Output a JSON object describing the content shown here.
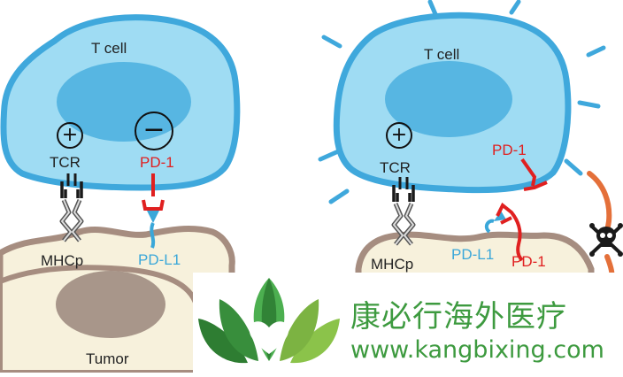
{
  "left_panel": {
    "cell_label": "T cell",
    "plus_sign": "+",
    "minus_sign": "−",
    "tcr_label": "TCR",
    "pd1_label": "PD-1",
    "mhcp_label": "MHCp",
    "pdl1_label": "PD-L1",
    "tumor_label": "Tumor"
  },
  "right_panel": {
    "cell_label": "T cell",
    "plus_sign": "+",
    "tcr_label": "TCR",
    "pd1_label": "PD-1",
    "mhcp_label": "MHCp",
    "pdl1_label": "PD-L1",
    "pd1_bottom_label": "PD-1",
    "antibody_label": "",
    "death_icon": "skull-crossbones-icon"
  },
  "watermark": {
    "brand_name": "康必行海外医疗",
    "website": "www.kangbixing.com",
    "logo_icon": "lotus-heart-icon"
  },
  "colors": {
    "tcell_fill": "#9fdcf3",
    "tcell_border": "#3fa8dc",
    "nucleus": "#57b6e2",
    "tumor_fill": "#f7f1dc",
    "tumor_border": "#a68d80",
    "tumor_nucleus": "#a8968a",
    "pd1_red": "#e02020",
    "pdl1_blue": "#3aa7d9",
    "antibody_orange": "#e4703a",
    "brand_green": "#3d9a3f"
  }
}
